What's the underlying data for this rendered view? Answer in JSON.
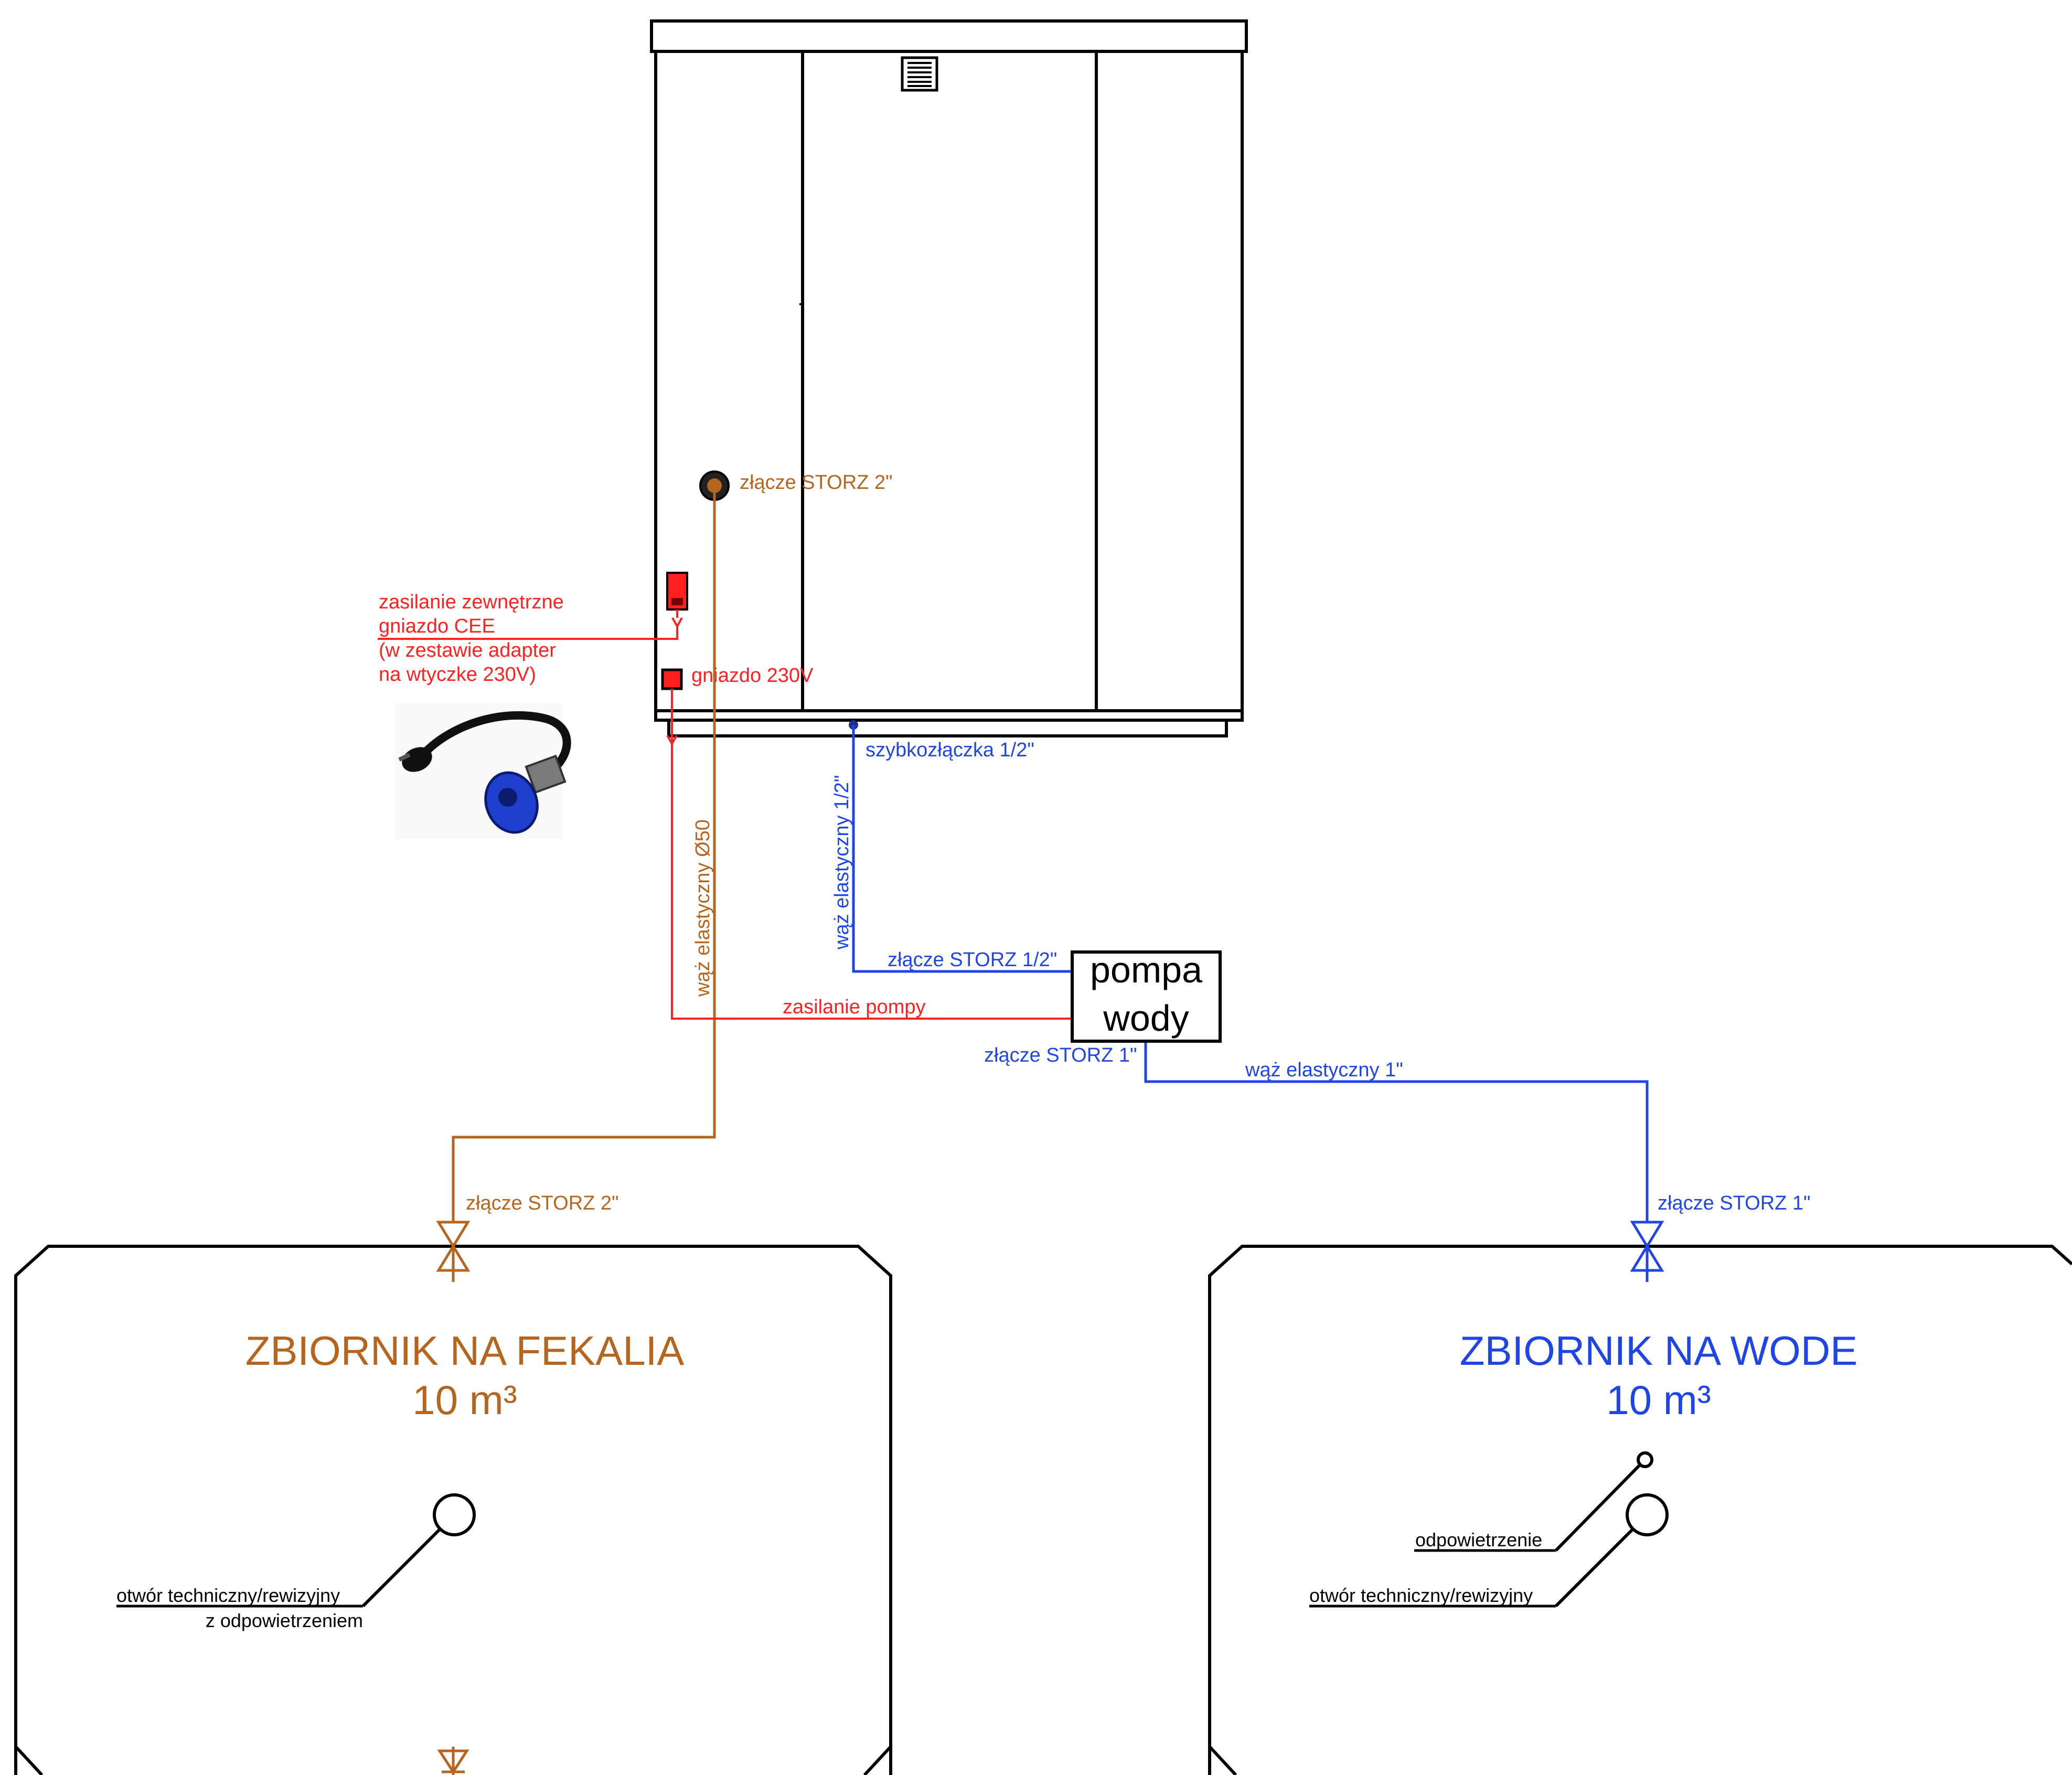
{
  "colors": {
    "sewage": "#b5651d",
    "water": "#1f45e6",
    "power": "#ff2020",
    "line": "#000000"
  },
  "unit": {
    "storz_2_label": "złącze STORZ 2\"",
    "socket_230_label": "gniazdo 230V",
    "quick_coupler_label": "szybkozłączka 1/2\"",
    "external_power_lines": [
      "zasilanie zewnętrzne",
      "gniazdo CEE",
      "(w zestawie adapter",
      "na wtyczke 230V)"
    ],
    "adapter_icon": "cee-adapter-cable-icon",
    "vent_icon": "ventilation-grille-icon"
  },
  "hoses": {
    "sewage_hose": "wąż elastyczny Ø50",
    "water_hose_half": "wąż elastyczny 1/2\"",
    "water_hose_one": "wąż elastyczny 1\"",
    "storz_half": "złącze STORZ 1/2\"",
    "storz_one_pump": "złącze STORZ 1\"",
    "pump_power": "zasilanie pompy"
  },
  "pump": {
    "line1": "pompa",
    "line2": "wody"
  },
  "tank_sewage": {
    "title": "ZBIORNIK NA FEKALIA",
    "volume": "10 m³",
    "valve_label": "złącze STORZ 2\"",
    "hatch_line1": "otwór techniczny/rewizyjny",
    "hatch_line2": "z odpowietrzeniem"
  },
  "tank_water": {
    "title": "ZBIORNIK NA WODE",
    "volume": "10 m³",
    "valve_label": "złącze STORZ 1\"",
    "vent_label": "odpowietrzenie",
    "hatch_label": "otwór techniczny/rewizyjny"
  }
}
